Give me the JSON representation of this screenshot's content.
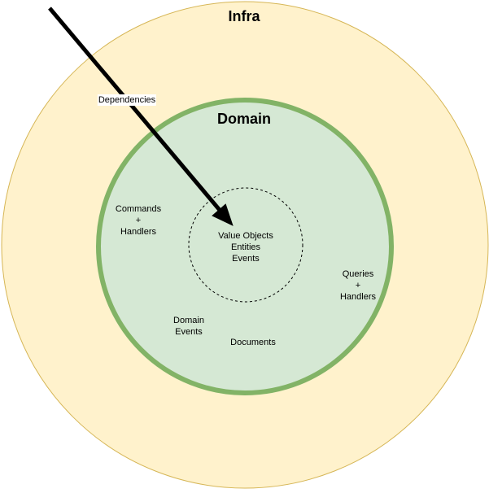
{
  "diagram": {
    "infra_label": "Infra",
    "domain_label": "Domain",
    "core_lines": [
      "Value Objects",
      "Entities",
      "Events"
    ],
    "commands_lines": [
      "Commands",
      "+",
      "Handlers"
    ],
    "queries_lines": [
      "Queries",
      "+",
      "Handlers"
    ],
    "domain_events_lines": [
      "Domain",
      "Events"
    ],
    "documents_label": "Documents",
    "arrow_label": "Dependencies",
    "colors": {
      "infra_fill": "#fff2cc",
      "infra_stroke": "#d6b656",
      "domain_fill": "#d5e8d4",
      "domain_stroke": "#82b366",
      "arrow": "#000000"
    }
  }
}
